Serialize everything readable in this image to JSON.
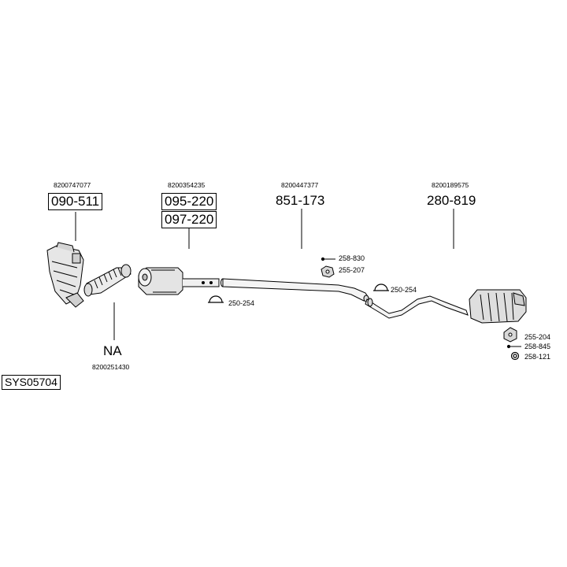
{
  "diagram": {
    "system_code": "SYS05704",
    "groups": [
      {
        "oe_number": "8200747077",
        "parts": [
          "090-511"
        ]
      },
      {
        "oe_number": "8200354235",
        "parts": [
          "095-220",
          "097-220"
        ]
      },
      {
        "oe_number": "8200447377",
        "parts": [
          "851-173"
        ]
      },
      {
        "oe_number": "8200189575",
        "parts": [
          "280-819"
        ]
      },
      {
        "oe_number": "8200251430",
        "parts": [
          "NA"
        ]
      }
    ],
    "accessories": [
      "258-830",
      "255-207",
      "250-254",
      "250-254",
      "255-204",
      "258-845",
      "258-121"
    ]
  }
}
